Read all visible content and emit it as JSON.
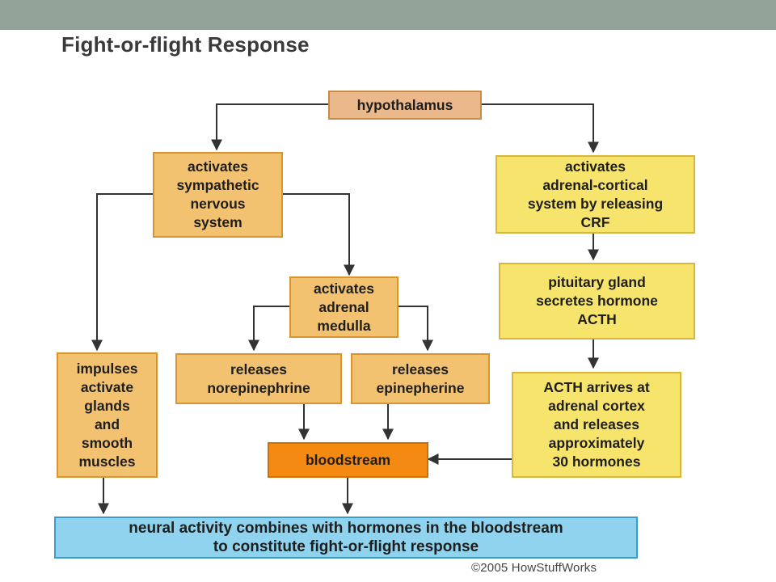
{
  "title": "Fight-or-flight Response",
  "nodes": {
    "hypothalamus": "hypothalamus",
    "sympathetic": "activates\nsympathetic\nnervous\nsystem",
    "adrenal_cortical": "activates\nadrenal-cortical\nsystem by releasing\nCRF",
    "adrenal_medulla": "activates\nadrenal\nmedulla",
    "pituitary": "pituitary gland\nsecretes hormone\nACTH",
    "impulses": "impulses\nactivate\nglands\nand\nsmooth\nmuscles",
    "norepinephrine": "releases\nnorepinephrine",
    "epinepherine": "releases\nepinepherine",
    "acth_arrives": "ACTH arrives at\nadrenal cortex\nand releases\napproximately\n30 hormones",
    "bloodstream": "bloodstream",
    "neural": "neural activity combines with hormones in the bloodstream\nto constitute fight-or-flight response"
  },
  "copyright": "©2005 HowStuffWorks",
  "colors": {
    "topbar": "#93a39a",
    "orange_box": "#f3c271",
    "peach_box": "#eab88a",
    "yellow_box": "#f7e46c",
    "bloodstream_box": "#f48a12",
    "result_box": "#8fd3ee",
    "connector": "#333333"
  }
}
